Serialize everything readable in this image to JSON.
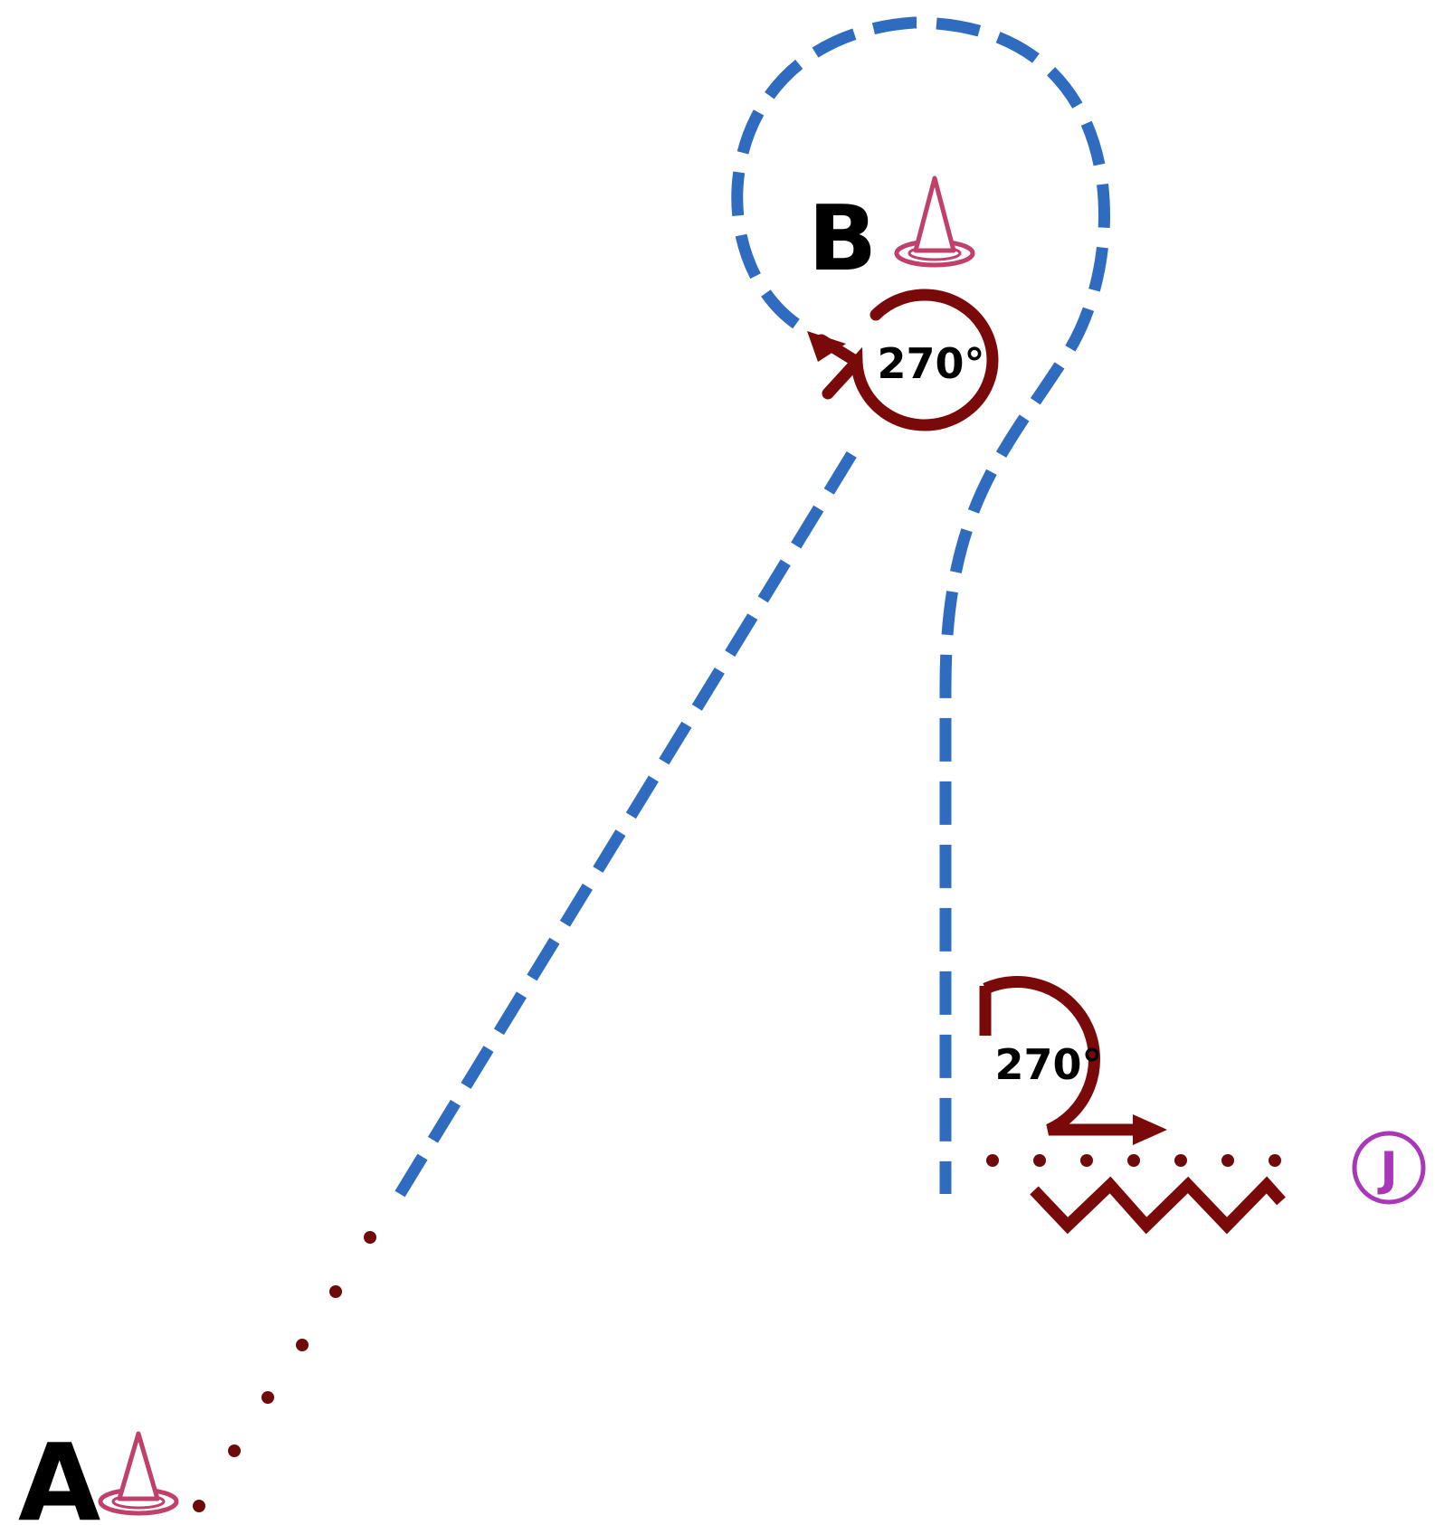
{
  "points": {
    "start_label": "A",
    "apex_label": "B",
    "end_label": "J"
  },
  "turns": {
    "top_angle": "270°",
    "bottom_angle": "270°"
  },
  "colors": {
    "route": "#2f6cc0",
    "maroon": "#7a0a0a",
    "cone": "#c0406a",
    "end_marker": "#a838b8",
    "label": "#000000"
  },
  "icons": {
    "cone": "cone-icon",
    "turn": "rotation-arrow-icon",
    "zigzag": "zigzag-icon",
    "end": "circled-letter-icon"
  }
}
